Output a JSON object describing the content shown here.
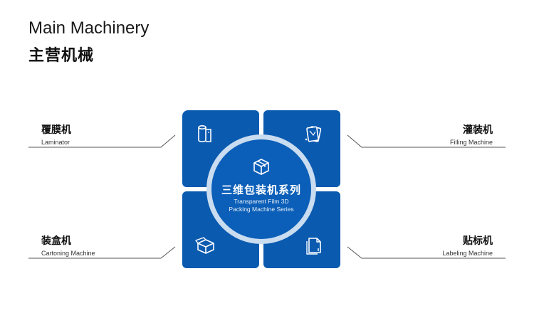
{
  "header": {
    "title_en": "Main Machinery",
    "title_zh": "主营机械"
  },
  "center": {
    "title_zh": "三维包装机系列",
    "line1_en": "Transparent Film 3D",
    "line2_en": "Packing Machine Series",
    "icon": "box-icon"
  },
  "machines": [
    {
      "zh": "覆膜机",
      "en": "Laminator",
      "icon": "film-roll-icon"
    },
    {
      "zh": "灌装机",
      "en": "Filling Machine",
      "icon": "cards-stack-icon"
    },
    {
      "zh": "装盒机",
      "en": "Cartoning Machine",
      "icon": "open-box-icon"
    },
    {
      "zh": "贴标机",
      "en": "Labeling Machine",
      "icon": "document-label-icon"
    }
  ],
  "colors": {
    "primary_blue": "#0a5ab0",
    "ring_light": "#c9dcf0",
    "line_gray": "#555555"
  }
}
